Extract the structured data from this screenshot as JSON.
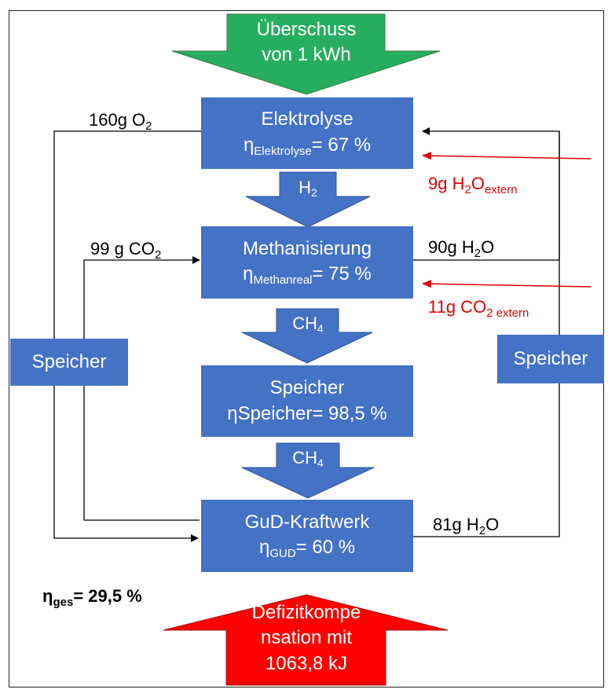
{
  "colors": {
    "box": "#4472c4",
    "surplus_arrow": "#27ae60",
    "deficit_arrow": "#ff0000",
    "external": "#e00000"
  },
  "surplus": {
    "line1": "Überschuss",
    "line2": "von 1 kWh"
  },
  "deficit": {
    "line1": "Defizitkompe",
    "line2": "nsation mit",
    "line3": "1063,8 kJ"
  },
  "electrolysis": {
    "title": "Elektrolyse",
    "eta_symbol": "η",
    "eta_sub": "Elektrolyse",
    "eta_value": "= 67 %"
  },
  "methanation": {
    "title": "Methanisierung",
    "eta_symbol": "η",
    "eta_sub": "Methanreal",
    "eta_value": "= 75 %"
  },
  "storage": {
    "title": "Speicher",
    "eta_text": "ηSpeicher= 98,5 %"
  },
  "powerplant": {
    "title": "GuD-Kraftwerk",
    "eta_symbol": "η",
    "eta_sub": "GUD",
    "eta_value": "= 60 %"
  },
  "left_storage": "Speicher",
  "right_storage": "Speicher",
  "flows": {
    "h2": {
      "base": "H",
      "sub": "2"
    },
    "ch4_1": {
      "base": "CH",
      "sub": "4"
    },
    "ch4_2": {
      "base": "CH",
      "sub": "4"
    },
    "o2": {
      "pre": "160g O",
      "sub": "2"
    },
    "co2": {
      "pre": "99 g CO",
      "sub": "2"
    },
    "h2o_meth": {
      "pre": "90g H",
      "sub": "2",
      "post": "O"
    },
    "h2o_gud": {
      "pre": "81g H",
      "sub": "2",
      "post": "O"
    },
    "h2o_ext": {
      "pre": "9g H",
      "sub": "2",
      "mid": "O",
      "sub2": "extern"
    },
    "co2_ext": {
      "pre": "11g CO",
      "sub": "2 extern"
    }
  },
  "eta_total": {
    "symbol": "η",
    "sub": "ges",
    "value": "= 29,5 %"
  }
}
